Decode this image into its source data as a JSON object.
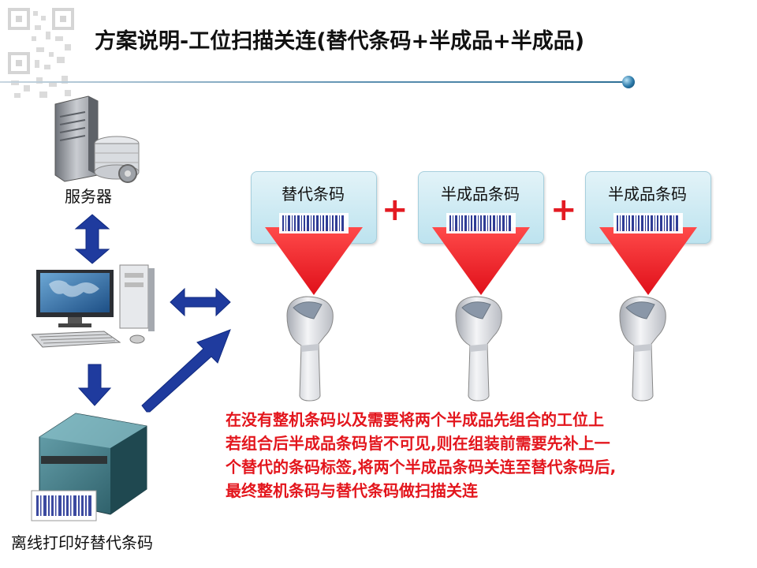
{
  "title": "方案说明-工位扫描关连(替代条码+半成品+半成品)",
  "server": {
    "label": "服务器",
    "icon": "server-icon"
  },
  "computer": {
    "icon": "desktop-computer-icon"
  },
  "printer": {
    "label": "离线打印好替代条码",
    "icon": "label-printer-icon"
  },
  "barcodes": [
    {
      "label": "替代条码"
    },
    {
      "label": "半成品条码"
    },
    {
      "label": "半成品条码"
    }
  ],
  "plus_sign": "+",
  "description": [
    "在没有整机条码以及需要将两个半成品先组合的工位上",
    "若组合后半成品条码皆不可见,则在组装前需要先补上一",
    "个替代的条码标签,将两个半成品条码关连至替代条码后,",
    "最终整机条码与替代条码做扫描关连"
  ],
  "colors": {
    "accent_red": "#e3161d",
    "arrow_blue": "#1f3b9e",
    "box_bg": "#cbeaf3"
  }
}
